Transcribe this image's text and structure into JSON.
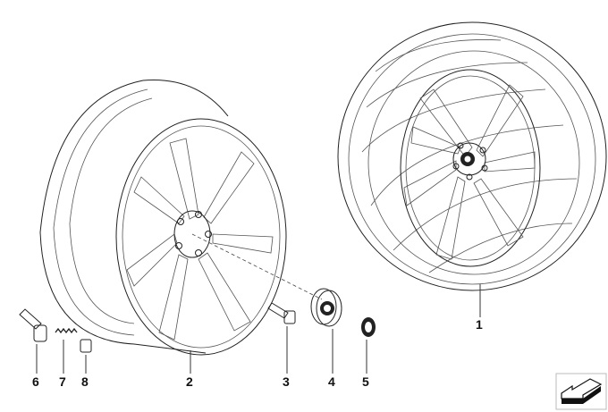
{
  "diagram": {
    "parts": [
      {
        "number": "1",
        "name": "complete-wheel"
      },
      {
        "number": "2",
        "name": "light-alloy-rim"
      },
      {
        "number": "3",
        "name": "wheel-bolt"
      },
      {
        "number": "4",
        "name": "hub-cap"
      },
      {
        "number": "5",
        "name": "emblem"
      },
      {
        "number": "6",
        "name": "valve"
      },
      {
        "number": "7",
        "name": "valve-insert"
      },
      {
        "number": "8",
        "name": "valve-cap"
      }
    ],
    "nav_icon": "arrow-back-icon"
  }
}
